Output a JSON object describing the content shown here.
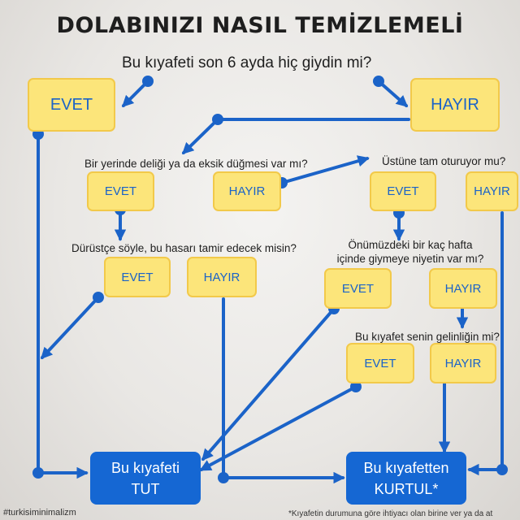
{
  "title": "DOLABINIZI NASIL TEMİZLEMELİ",
  "questions": {
    "q1": "Bu kıyafeti son 6 ayda hiç giydin mi?",
    "q2": "Bir yerinde deliği ya da eksik düğmesi var mı?",
    "q3": "Üstüne tam oturuyor mu?",
    "q4": "Dürüstçe söyle, bu hasarı tamir edecek misin?",
    "q5_line1": "Önümüzdeki bir kaç hafta",
    "q5_line2": "içinde giymeye niyetin var mı?",
    "q6": "Bu kıyafet senin gelinliğin mi?"
  },
  "answers": {
    "yes": "EVET",
    "no": "HAYIR"
  },
  "results": {
    "keep_line1": "Bu kıyafeti",
    "keep_line2": "TUT",
    "discard_line1": "Bu kıyafetten",
    "discard_line2": "KURTUL*"
  },
  "hashtag": "#turkisiminimalizm",
  "footnote": "*Kıyafetin durumuna göre ihtiyacı olan birine ver ya da at",
  "colors": {
    "arrow": "#1b63c8",
    "box_fill": "#fce57a",
    "box_border": "#f2c94a",
    "result_fill": "#1567d3",
    "title": "#1e1e1e"
  }
}
